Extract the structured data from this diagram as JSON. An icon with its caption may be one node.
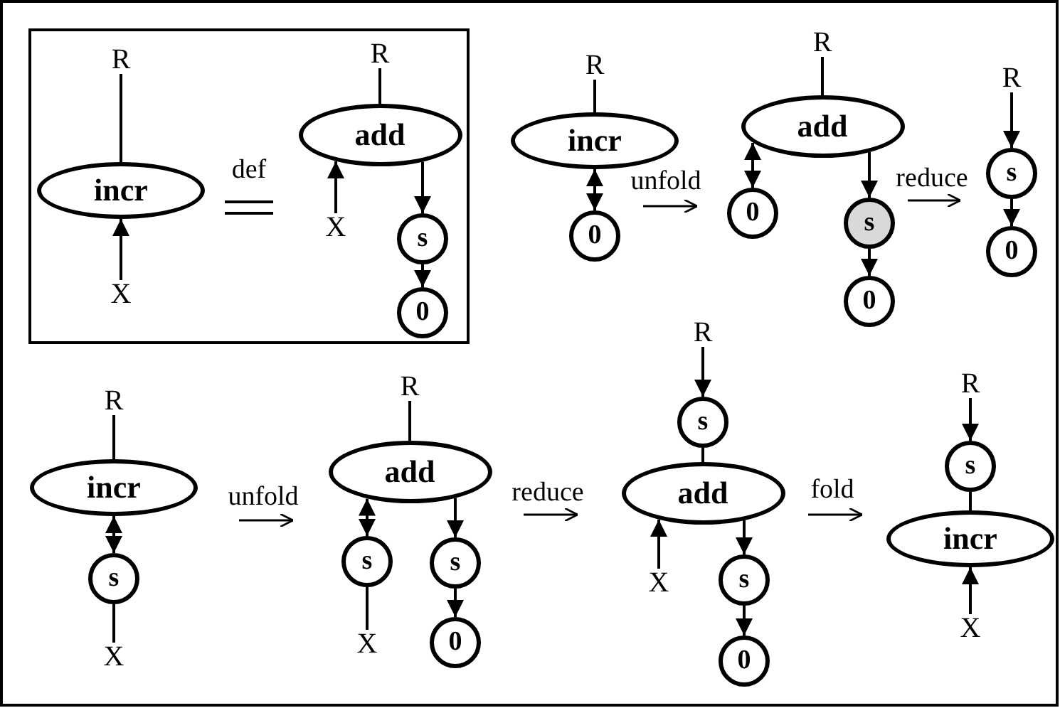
{
  "diagram": {
    "nodes": [
      {
        "text": [],
        "shape": "box"
      },
      {
        "text": [
          "R"
        ],
        "in": 0
      },
      {
        "text": [
          "incr"
        ],
        "in": 0
      },
      {
        "text": [
          "X"
        ],
        "in": 0
      },
      {
        "text": [
          "R"
        ],
        "in": 0
      },
      {
        "text": [
          "add"
        ],
        "in": 0
      },
      {
        "text": [
          "X"
        ],
        "in": 0
      },
      {
        "text": [
          "s"
        ],
        "in": 0
      },
      {
        "text": [
          "0"
        ],
        "in": 0
      },
      {
        "text": [
          "R"
        ]
      },
      {
        "text": [
          "incr"
        ]
      },
      {
        "text": [
          "0"
        ]
      },
      {
        "text": [
          "R"
        ]
      },
      {
        "text": [
          "add"
        ]
      },
      {
        "text": [
          "0"
        ]
      },
      {
        "text": [
          "s"
        ]
      },
      {
        "text": [
          "0"
        ]
      },
      {
        "text": [
          "R"
        ]
      },
      {
        "text": [
          "s"
        ]
      },
      {
        "text": [
          "0"
        ]
      },
      {
        "text": [
          "R"
        ]
      },
      {
        "text": [
          "incr"
        ]
      },
      {
        "text": [
          "s"
        ]
      },
      {
        "text": [
          "X"
        ]
      },
      {
        "text": [
          "R"
        ]
      },
      {
        "text": [
          "add"
        ]
      },
      {
        "text": [
          "s"
        ]
      },
      {
        "text": [
          "X"
        ]
      },
      {
        "text": [
          "s"
        ]
      },
      {
        "text": [
          "0"
        ]
      },
      {
        "text": [
          "R"
        ]
      },
      {
        "text": [
          "s"
        ]
      },
      {
        "text": [
          "add"
        ]
      },
      {
        "text": [
          "X"
        ]
      },
      {
        "text": [
          "s"
        ]
      },
      {
        "text": [
          "0"
        ]
      },
      {
        "text": [
          "R"
        ]
      },
      {
        "text": [
          "s"
        ]
      },
      {
        "text": [
          "incr"
        ]
      },
      {
        "text": [
          "X"
        ]
      }
    ],
    "edges": [
      {
        "from": 1,
        "to": 2,
        "arrow": "none"
      },
      {
        "from": 3,
        "to": 2,
        "arrow": "to"
      },
      {
        "from": 4,
        "to": 5,
        "arrow": "none"
      },
      {
        "from": 6,
        "to": 5,
        "arrow": "to"
      },
      {
        "from": 5,
        "to": 7,
        "arrow": "to"
      },
      {
        "from": 7,
        "to": 8,
        "arrow": "to"
      },
      {
        "from": 9,
        "to": 10,
        "arrow": "none"
      },
      {
        "from": 10,
        "to": 11,
        "arrow": "both"
      },
      {
        "from": 12,
        "to": 13,
        "arrow": "none"
      },
      {
        "from": 13,
        "to": 14,
        "arrow": "both"
      },
      {
        "from": 13,
        "to": 15,
        "arrow": "to"
      },
      {
        "from": 15,
        "to": 16,
        "arrow": "to"
      },
      {
        "from": 17,
        "to": 18,
        "arrow": "to"
      },
      {
        "from": 18,
        "to": 19,
        "arrow": "to"
      },
      {
        "from": 20,
        "to": 21,
        "arrow": "none"
      },
      {
        "from": 21,
        "to": 22,
        "arrow": "both"
      },
      {
        "from": 22,
        "to": 23,
        "arrow": "none"
      },
      {
        "from": 24,
        "to": 25,
        "arrow": "none"
      },
      {
        "from": 25,
        "to": 26,
        "arrow": "both"
      },
      {
        "from": 26,
        "to": 27,
        "arrow": "none"
      },
      {
        "from": 25,
        "to": 28,
        "arrow": "to"
      },
      {
        "from": 28,
        "to": 29,
        "arrow": "to"
      },
      {
        "from": 30,
        "to": 31,
        "arrow": "to"
      },
      {
        "from": 31,
        "to": 32,
        "arrow": "none"
      },
      {
        "from": 33,
        "to": 32,
        "arrow": "to"
      },
      {
        "from": 32,
        "to": 34,
        "arrow": "to"
      },
      {
        "from": 34,
        "to": 35,
        "arrow": "to"
      },
      {
        "from": 36,
        "to": 37,
        "arrow": "to"
      },
      {
        "from": 37,
        "to": 38,
        "arrow": "none"
      },
      {
        "from": 39,
        "to": 38,
        "arrow": "to"
      }
    ],
    "labels": [
      "def",
      "unfold",
      "reduce",
      "unfold",
      "reduce",
      "fold"
    ]
  }
}
